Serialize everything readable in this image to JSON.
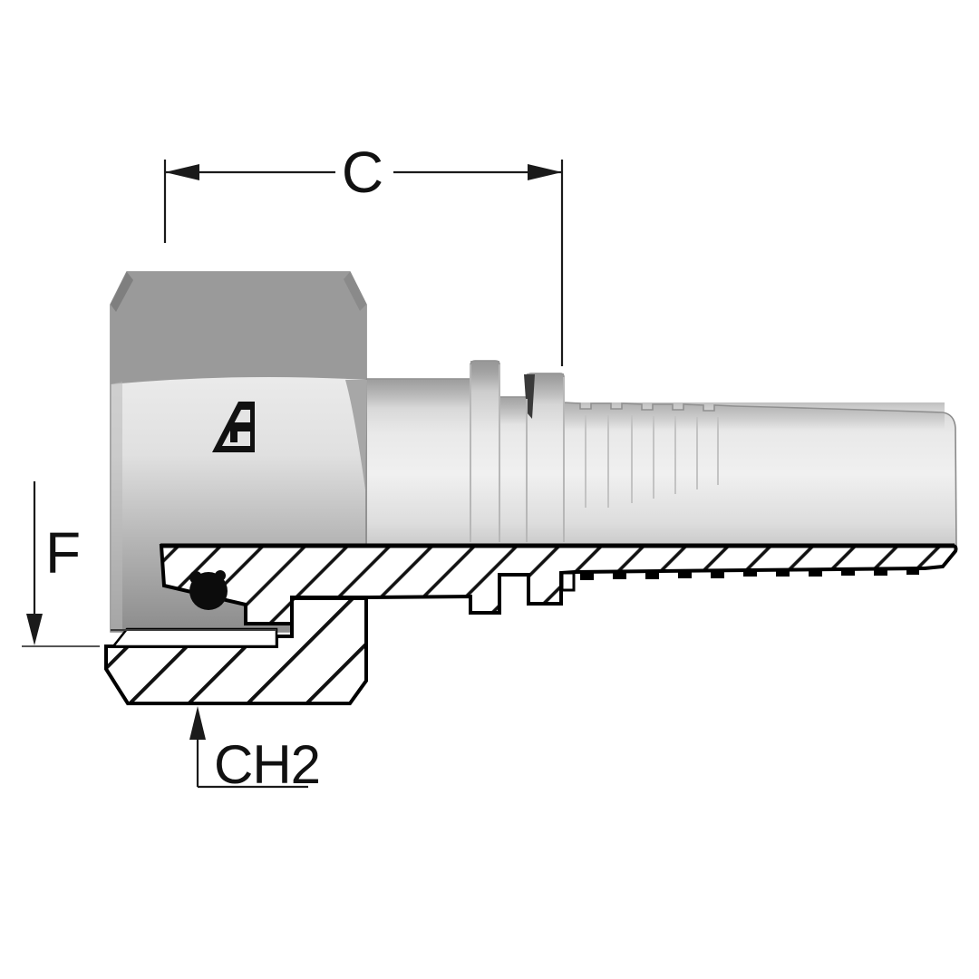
{
  "drawing": {
    "kind": "hose-fitting-section-drawing",
    "dimension_labels": {
      "c": "C",
      "f": "F",
      "ch2": "CH2"
    },
    "icons": {
      "logo": "manufacturer-logo"
    },
    "colors": {
      "background": "#ffffff",
      "line": "#1a1a1a",
      "metal_light": "#ececec",
      "metal_dark": "#9a9a9a",
      "seal": "#0c0c0c"
    }
  }
}
